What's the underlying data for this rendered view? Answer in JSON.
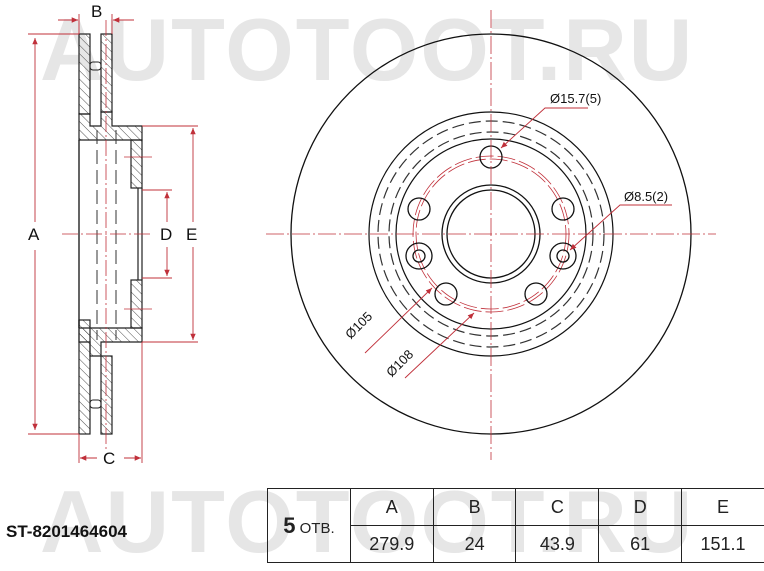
{
  "watermark": {
    "text": "AUTOTOOT.RU"
  },
  "colors": {
    "dimension_red": "#c0303a",
    "outline": "#111111",
    "watermark": "#e6e6e6"
  },
  "side_view": {
    "labels": {
      "a": "A",
      "b": "B",
      "c": "C",
      "d": "D",
      "e": "E"
    }
  },
  "front_view": {
    "callouts": {
      "hole_large": "Ø15.7(5)",
      "hole_small": "Ø8.5(2)",
      "pcd_inner": "Ø105",
      "pcd_outer": "Ø108"
    }
  },
  "part_number": "ST-8201464604",
  "spec_table": {
    "holes_count": "5",
    "holes_unit": "ОТВ.",
    "headers": [
      "A",
      "B",
      "C",
      "D",
      "E"
    ],
    "values": [
      "279.9",
      "24",
      "43.9",
      "61",
      "151.1"
    ]
  }
}
